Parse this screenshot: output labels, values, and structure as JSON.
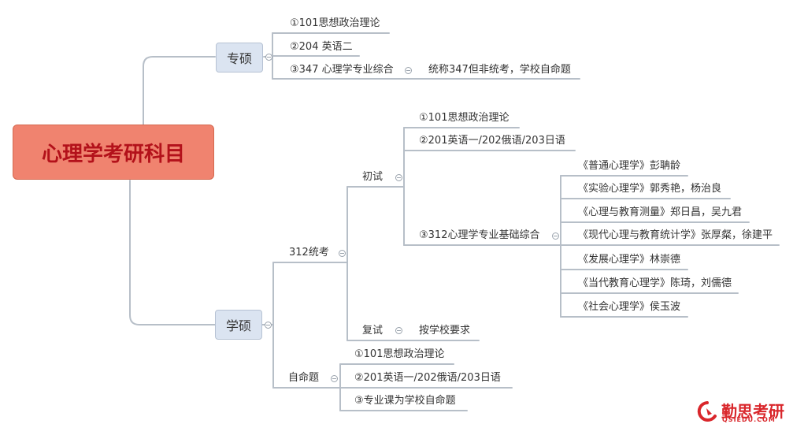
{
  "root": {
    "label": "心理学考研科目"
  },
  "zhuanshuo": {
    "label": "专硕",
    "items": [
      "①101思想政治理论",
      "②204 英语二",
      "③347 心理学专业综合"
    ],
    "note": "统称347但非统考，学校自命题"
  },
  "xueshuo": {
    "label": "学硕",
    "tongkao": {
      "label": "312统考",
      "chushi": {
        "label": "初试",
        "items": [
          "①101思想政治理论",
          "②201英语一/202俄语/203日语",
          "③312心理学专业基础综合"
        ],
        "books": [
          "《普通心理学》彭聃龄",
          "《实验心理学》郭秀艳，杨治良",
          "《心理与教育测量》郑日昌，吴九君",
          "《现代心理与教育统计学》张厚粲，徐建平",
          "《发展心理学》林崇德",
          "《当代教育心理学》陈琦，刘儒德",
          "《社会心理学》侯玉波"
        ]
      },
      "fushi": {
        "label": "复试",
        "note": "按学校要求"
      }
    },
    "ziming": {
      "label": "自命题",
      "items": [
        "①101思想政治理论",
        "②201英语一/202俄语/203日语",
        "③专业课为学校自命题"
      ]
    }
  },
  "logo": {
    "name": "勤思考研",
    "url": "QSIEDU.COM"
  },
  "colors": {
    "root_fill": "#f0836f",
    "root_text": "#b3111a",
    "branch_fill": "#dbe4f1",
    "line": "#b7bfc8",
    "logo": "#d9262b"
  }
}
